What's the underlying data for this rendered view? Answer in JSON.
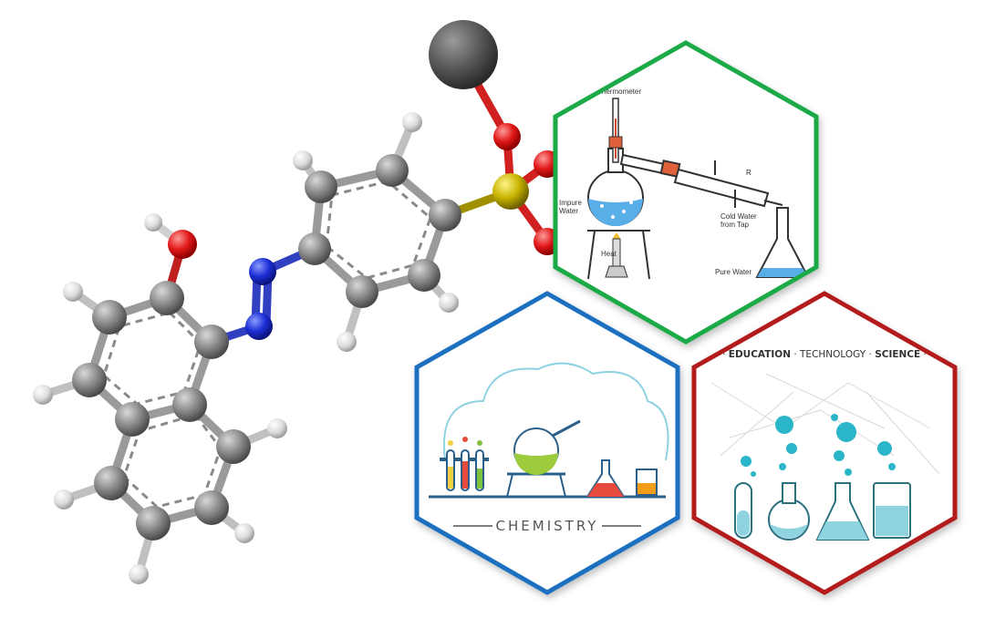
{
  "distillation": {
    "thermometer_label": "Thermometer",
    "impure_water_label_line1": "Impure",
    "impure_water_label_line2": "Water",
    "heat_label": "Heat",
    "r_label": "R",
    "cold_water_label_line1": "Cold Water",
    "cold_water_label_line2": "from Tap",
    "pure_water_label": "Pure Water",
    "border_color": "#1faa48"
  },
  "chemistry_panel": {
    "caption": "CHEMISTRY",
    "border_color": "#1a6fbf"
  },
  "science_panel": {
    "header_part1": "EDUCATION",
    "header_part2": "TECHNOLOGY",
    "header_part3": "SCIENCE",
    "border_color": "#b31b1b"
  },
  "molecule": {
    "atom_colors": {
      "carbon": "#7a7a7a",
      "hydrogen": "#e6e6e6",
      "oxygen": "#e01818",
      "nitrogen": "#1c2fd6",
      "sulfur": "#c8b400",
      "metal": "#555555"
    }
  }
}
